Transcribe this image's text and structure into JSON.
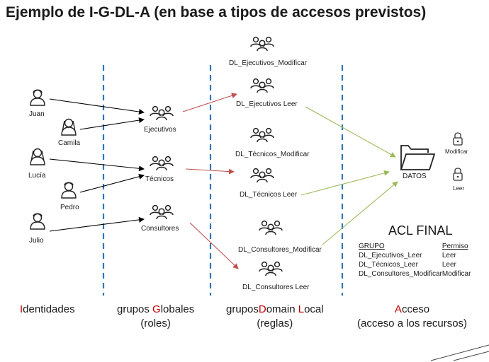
{
  "title": "Ejemplo de I-G-DL-A (en base a tipos de accesos previstos)",
  "identities": [
    "Juan",
    "Camila",
    "Lucía",
    "Pedro",
    "Julio"
  ],
  "global_groups": [
    "Ejecutivos",
    "Técnicos",
    "Consultores"
  ],
  "domain_local_groups": [
    "DL_Ejecutivos_Modificar",
    "DL_Ejecutivos Leer",
    "DL_Técnicos_Modificar",
    "DL_Técnicos Leer",
    "DL_Consultores_Modificar",
    "DL_Consultores Leer"
  ],
  "resource": "DATOS",
  "permissions": {
    "modify": "Modificar",
    "read": "Leer"
  },
  "acl": {
    "title": "ACL FINAL",
    "headers": [
      "GRUPO",
      "Permiso"
    ],
    "rows": [
      [
        "DL_Ejecutivos_Leer",
        "Leer"
      ],
      [
        "DL_Técnicos_Leer",
        "Leer"
      ],
      [
        "DL_Consultores_Modificar",
        "Modificar"
      ]
    ]
  },
  "columns": {
    "identities": {
      "letter": "I",
      "rest": "dentidades"
    },
    "globals": {
      "pre": "grupos ",
      "letter": "G",
      "rest": "lobales",
      "sub": "(roles)"
    },
    "domain_local": {
      "pre": "grupos",
      "letter1": "D",
      "mid": "omain ",
      "letter2": "L",
      "rest": "ocal",
      "sub": "(reglas)"
    },
    "access": {
      "letter": "A",
      "rest": "cceso",
      "sub": "(acceso a los recursos)"
    }
  },
  "colors": {
    "red_arrow": "#c0504d",
    "green_arrow": "#9bbb59",
    "dashed_line": "#2e75b6",
    "accent_letter": "#c00000"
  }
}
